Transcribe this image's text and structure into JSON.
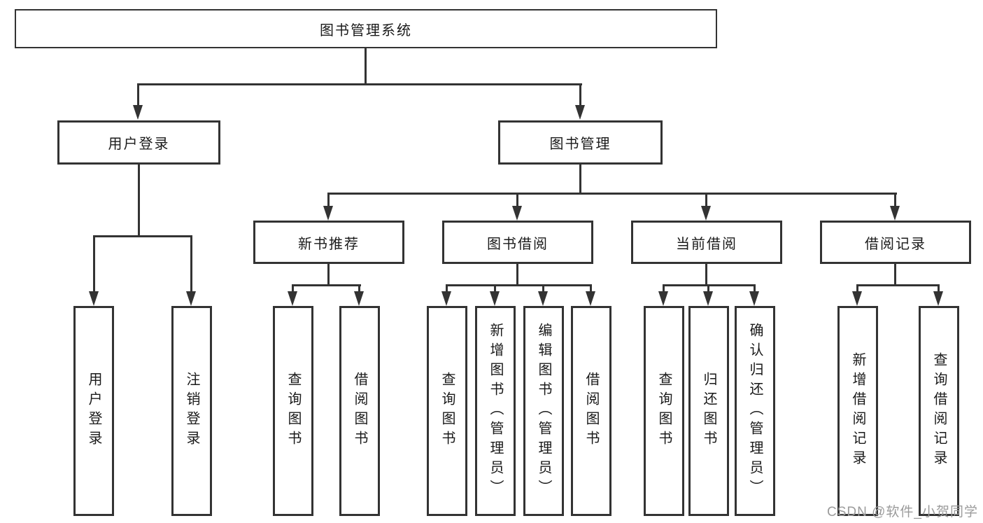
{
  "tree": {
    "label": "图书管理系统",
    "children": [
      {
        "label": "用户登录",
        "children": [
          {
            "label": "用户登录"
          },
          {
            "label": "注销登录"
          }
        ]
      },
      {
        "label": "图书管理",
        "children": [
          {
            "label": "新书推荐",
            "children": [
              {
                "label": "查询图书"
              },
              {
                "label": "借阅图书"
              }
            ]
          },
          {
            "label": "图书借阅",
            "children": [
              {
                "label": "查询图书"
              },
              {
                "label": "新增图书（管理员）"
              },
              {
                "label": "编辑图书（管理员）"
              },
              {
                "label": "借阅图书"
              }
            ]
          },
          {
            "label": "当前借阅",
            "children": [
              {
                "label": "查询图书"
              },
              {
                "label": "归还图书"
              },
              {
                "label": "确认归还（管理员）"
              }
            ]
          },
          {
            "label": "借阅记录",
            "children": [
              {
                "label": "新增借阅记录"
              },
              {
                "label": "查询借阅记录"
              }
            ]
          }
        ]
      }
    ]
  },
  "watermark": {
    "text": "CSDN @软件_小贺同学"
  },
  "colors": {
    "line": "#333333",
    "border": "#333333",
    "text": "#1a1a1a",
    "background": "#ffffff",
    "watermark": "#9b9b9b"
  }
}
